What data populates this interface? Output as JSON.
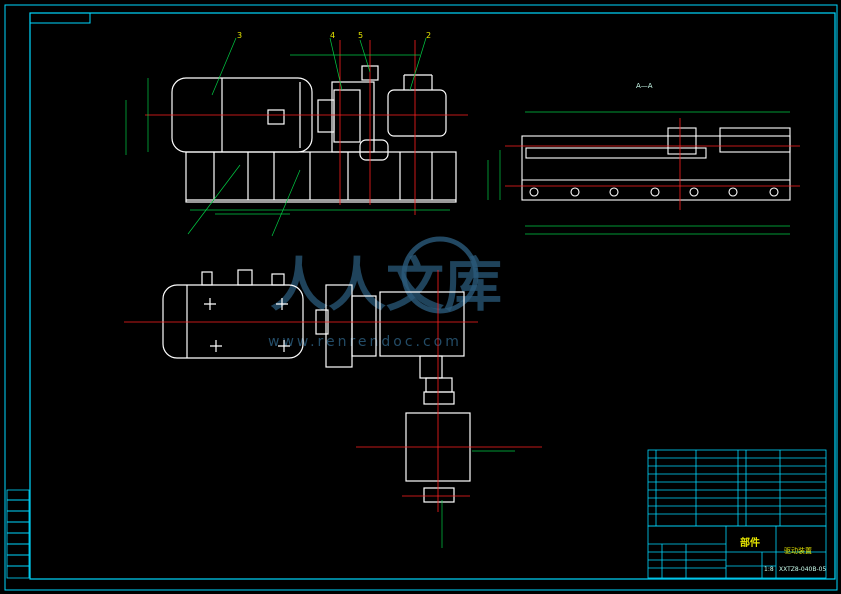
{
  "drawing": {
    "section_label": "A—A",
    "callouts": [
      "3",
      "4",
      "5",
      "2"
    ],
    "title_block": {
      "part_label": "部件",
      "drawing_name": "驱动装置",
      "drawing_number": "XXTZ8-040B-05",
      "scale": "1:8"
    },
    "watermark": {
      "text": "人人文库",
      "url": "www.renrendoc.com"
    }
  },
  "colors": {
    "frame": "#00d8ff",
    "outline": "#ffffff",
    "centerline": "#ff2020",
    "dimension": "#00cc44",
    "text_highlight": "#e6e600",
    "watermark": "#2a5a7a"
  }
}
